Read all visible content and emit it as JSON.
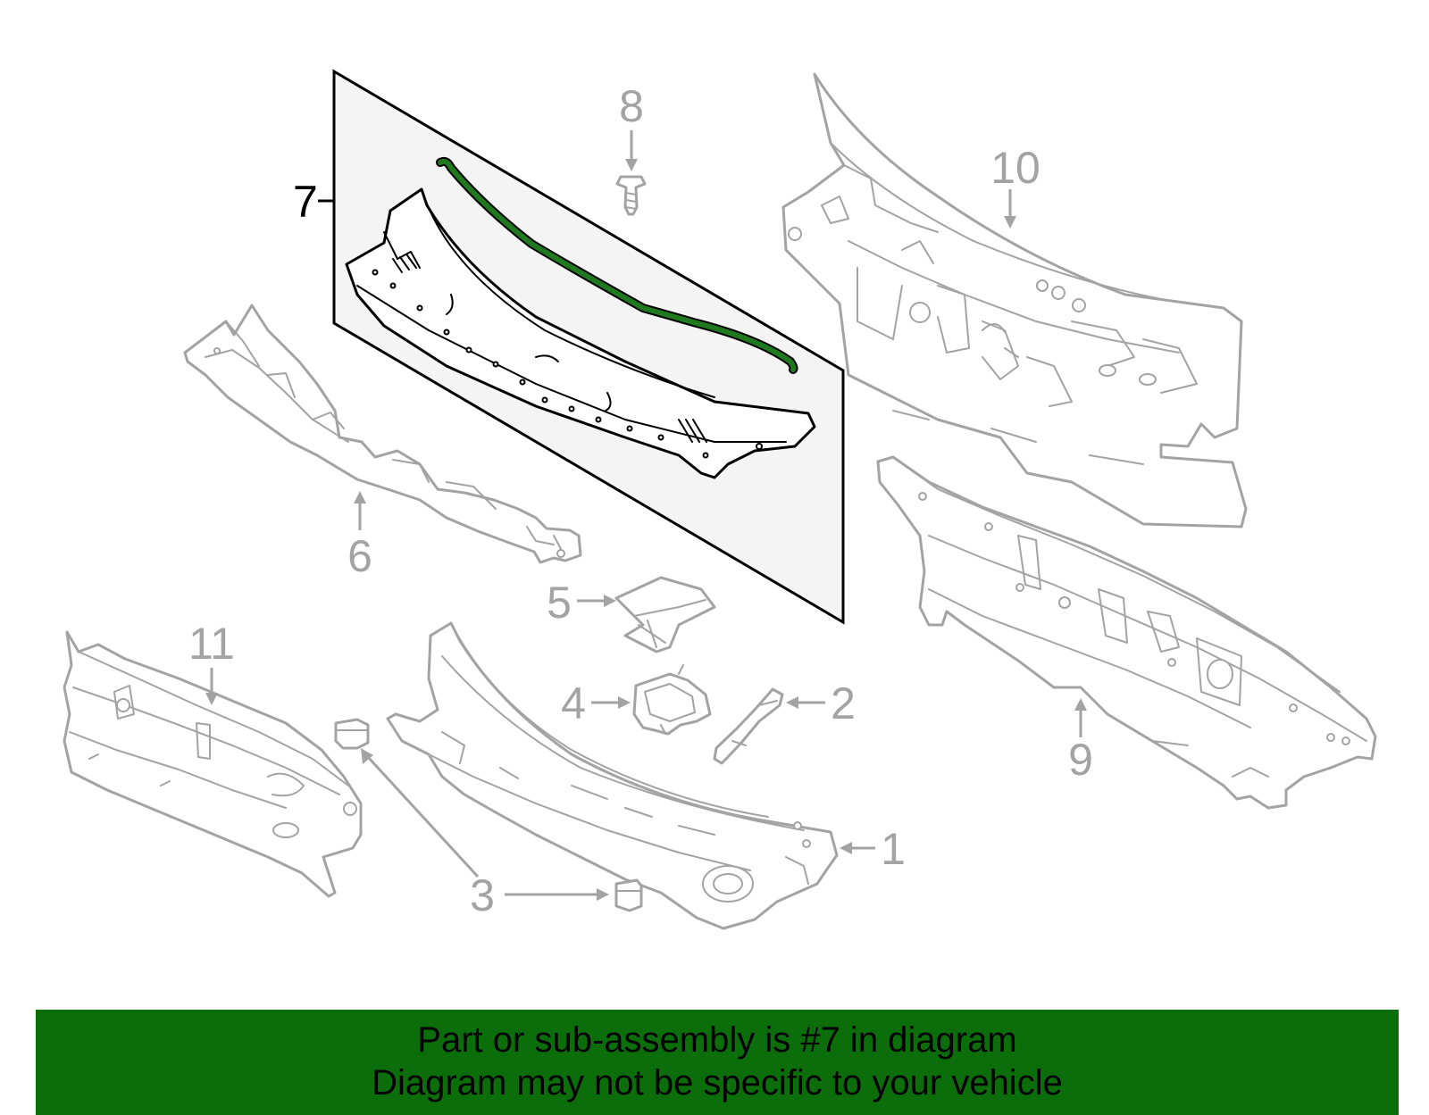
{
  "diagram": {
    "callouts": {
      "c1": "1",
      "c2": "2",
      "c3": "3",
      "c4": "4",
      "c5": "5",
      "c6": "6",
      "c7": "7",
      "c8": "8",
      "c9": "9",
      "c10": "10",
      "c11": "11"
    },
    "highlighted_part": "7",
    "colors": {
      "part_outline": "#a3a3a3",
      "highlight_outline": "#000000",
      "highlight_seal": "#1f7a1f",
      "highlight_panel": "#f4f4f4",
      "banner_background": "#0b6e0b"
    }
  },
  "banner": {
    "line1": "Part or sub-assembly is #7 in diagram",
    "line2": "Diagram may not be specific to your vehicle"
  }
}
